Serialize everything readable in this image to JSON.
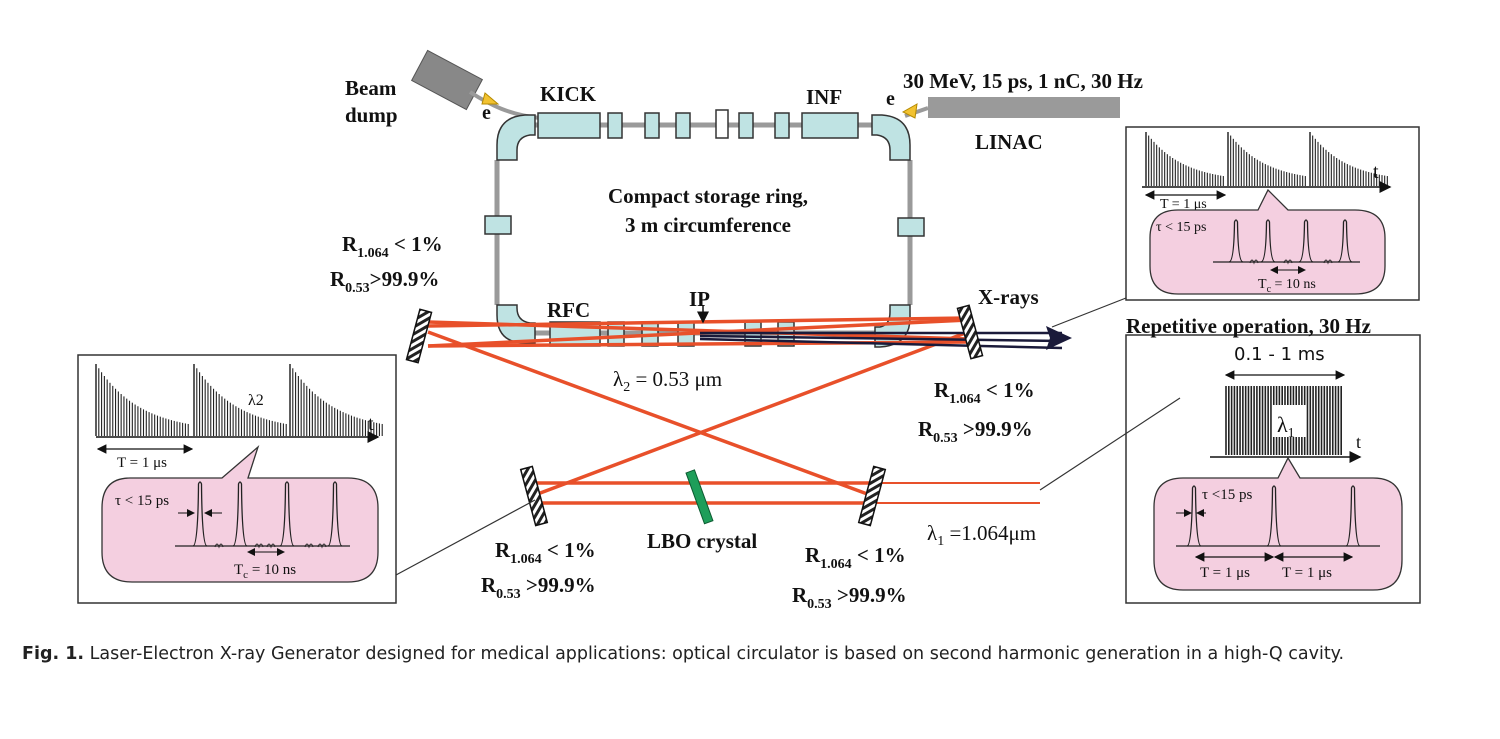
{
  "labels": {
    "beam_dump_1": "Beam",
    "beam_dump_2": "dump",
    "e_left": "e",
    "e_right": "e",
    "kick": "KICK",
    "inf": "INF",
    "linac_params": "30 MeV, 15 ps, 1 nC, 30 Hz",
    "linac": "LINAC",
    "ring_line1": "Compact storage ring,",
    "ring_line2": "3 m circumference",
    "rfc": "RFC",
    "ip": "IP",
    "xrays": "X-rays",
    "lambda2_sym": "λ",
    "lambda2_sub": "2",
    "lambda2_val": " = 0.53 μm",
    "lambda1_sym": "λ",
    "lambda1_sub": "1",
    "lambda1_val": " =1.064μm",
    "lbo": "LBO crystal",
    "r_prefix": "R",
    "r1064_sub": "1.064",
    "r053_sub": "0.53",
    "r1064_val": " < 1%",
    "r053_val": ">99.9%",
    "r053_val_sp": " >99.9%"
  },
  "inset_left": {
    "lambda_label": "λ2",
    "t_axis": "t",
    "period": "T = 1 μs",
    "pulse_width": "τ < 15 ps",
    "spacing": "T",
    "spacing_sub": "c",
    "spacing_val": " = 10 ns"
  },
  "inset_right_top": {
    "t_axis": "t",
    "period": "T = 1 μs",
    "pulse_width": "τ < 15 ps",
    "spacing": "T",
    "spacing_sub": "c",
    "spacing_val": " = 10 ns"
  },
  "inset_right_bottom": {
    "title": "Repetitive operation, 30 Hz",
    "duration": "0.1 - 1 ms",
    "lambda_sym": "λ",
    "lambda_sub": "1",
    "t_axis": "t",
    "pulse_width": "τ <15 ps",
    "period_a": "T = 1 μs",
    "period_b": "T = 1 μs"
  },
  "caption": {
    "label": "Fig. 1.",
    "text": " Laser-Electron X-ray Generator designed for medical applications: optical circulator is based on second harmonic generation in a high-Q cavity."
  },
  "colors": {
    "laser": "#e8502a",
    "callout_fill": "#f4cfe0",
    "magnet_fill": "#bfe3e3",
    "crystal": "#1e9e5a",
    "beam_pipe": "#9a9a9a",
    "arrow_yellow": "#f2c230"
  }
}
